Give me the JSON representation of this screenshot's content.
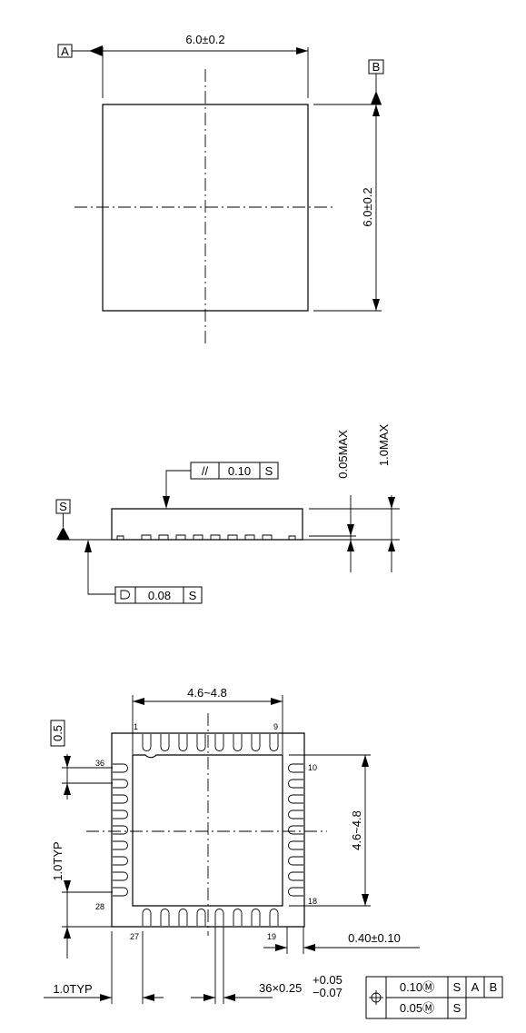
{
  "top_view": {
    "datum_a": "A",
    "datum_b": "B",
    "width_dim": "6.0±0.2",
    "height_dim": "6.0±0.2"
  },
  "side_view": {
    "datum_s": "S",
    "parallelism_symbol": "//",
    "parallelism_value": "0.10",
    "parallelism_datum": "S",
    "profile_value": "0.08",
    "profile_datum": "S",
    "standoff_dim": "0.05MAX",
    "height_dim": "1.0MAX"
  },
  "bottom_view": {
    "pad_width_dim": "4.6~4.8",
    "pad_height_dim": "4.6~4.8",
    "pitch_box": "0.5",
    "pin_1": "1",
    "pin_9": "9",
    "pin_10": "10",
    "pin_18": "18",
    "pin_19": "19",
    "pin_27": "27",
    "pin_28": "28",
    "pin_36": "36",
    "typ_vertical": "1.0TYP",
    "typ_horizontal": "1.0TYP",
    "lead_length_dim": "0.40±0.10",
    "lead_width_prefix": "36×0.25",
    "lead_width_plus": "+0.05",
    "lead_width_minus": "−0.07",
    "position_tol_1": "0.10Ⓜ",
    "position_tol_2": "0.05Ⓜ",
    "fcf_datum_s1": "S",
    "fcf_datum_a": "A",
    "fcf_datum_b": "B",
    "fcf_datum_s2": "S"
  }
}
